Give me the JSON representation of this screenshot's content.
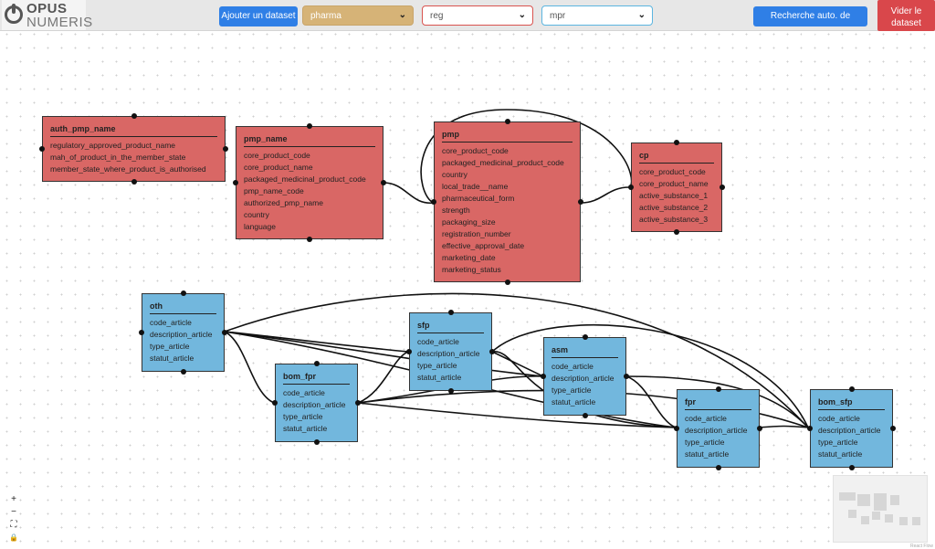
{
  "app": {
    "logo_line1": "OPUS",
    "logo_line2": "NUMERIS"
  },
  "toolbar": {
    "add_dataset_label": "Ajouter un dataset",
    "select_pharma": "pharma",
    "select_reg": "reg",
    "select_mpr": "mpr",
    "auto_relations_label": "Recherche auto. de relations",
    "clear_dataset_label_1": "Vider le",
    "clear_dataset_label_2": "dataset"
  },
  "colors": {
    "pharma_select": "#d6b377",
    "red_node": "#d96765",
    "blue_node": "#72b7dd",
    "primary_button": "#2f7fe6",
    "danger_button": "#d9474b"
  },
  "nodes": {
    "auth_pmp_name": {
      "title": "auth_pmp_name",
      "fields": [
        "regulatory_approved_product_name",
        "mah_of_product_in_the_member_state",
        "member_state_where_product_is_authorised"
      ]
    },
    "pmp_name": {
      "title": "pmp_name",
      "fields": [
        "core_product_code",
        "core_product_name",
        "packaged_medicinal_product_code",
        "pmp_name_code",
        "authorized_pmp_name",
        "country",
        "language"
      ]
    },
    "pmp": {
      "title": "pmp",
      "fields": [
        "core_product_code",
        "packaged_medicinal_product_code",
        "country",
        "local_trade__name",
        "pharmaceutical_form",
        "strength",
        "packaging_size",
        "registration_number",
        "effective_approval_date",
        "marketing_date",
        "marketing_status"
      ]
    },
    "cp": {
      "title": "cp",
      "fields": [
        "core_product_code",
        "core_product_name",
        "active_substance_1",
        "active_substance_2",
        "active_substance_3"
      ]
    },
    "oth": {
      "title": "oth",
      "fields": [
        "code_article",
        "description_article",
        "type_article",
        "statut_article"
      ]
    },
    "sfp": {
      "title": "sfp",
      "fields": [
        "code_article",
        "description_article",
        "type_article",
        "statut_article"
      ]
    },
    "asm": {
      "title": "asm",
      "fields": [
        "code_article",
        "description_article",
        "type_article",
        "statut_article"
      ]
    },
    "bom_fpr": {
      "title": "bom_fpr",
      "fields": [
        "code_article",
        "description_article",
        "type_article",
        "statut_article"
      ]
    },
    "fpr": {
      "title": "fpr",
      "fields": [
        "code_article",
        "description_article",
        "type_article",
        "statut_article"
      ]
    },
    "bom_sfp": {
      "title": "bom_sfp",
      "fields": [
        "code_article",
        "description_article",
        "type_article",
        "statut_article"
      ]
    }
  },
  "controls": {
    "zoom_in": "+",
    "zoom_out": "−",
    "fit_view": "⛶",
    "lock": "🔒"
  },
  "attribution": "React Flow"
}
